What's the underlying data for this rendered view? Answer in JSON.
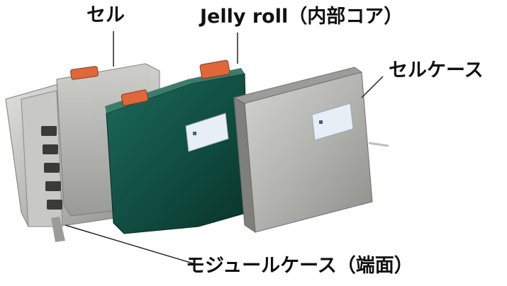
{
  "labels": {
    "cell": "セル",
    "jelly_roll": "Jelly roll（内部コア）",
    "cell_case": "セルケース",
    "module_case": "モジュールケース（端面）"
  },
  "colors": {
    "jelly_roll_green": "#0f4a3e",
    "cell_case_metal": "#b8b8b4",
    "terminal_orange": "#e0673a",
    "frame_metal": "#c9c9c6",
    "label_sticker": "#e8eef6"
  }
}
